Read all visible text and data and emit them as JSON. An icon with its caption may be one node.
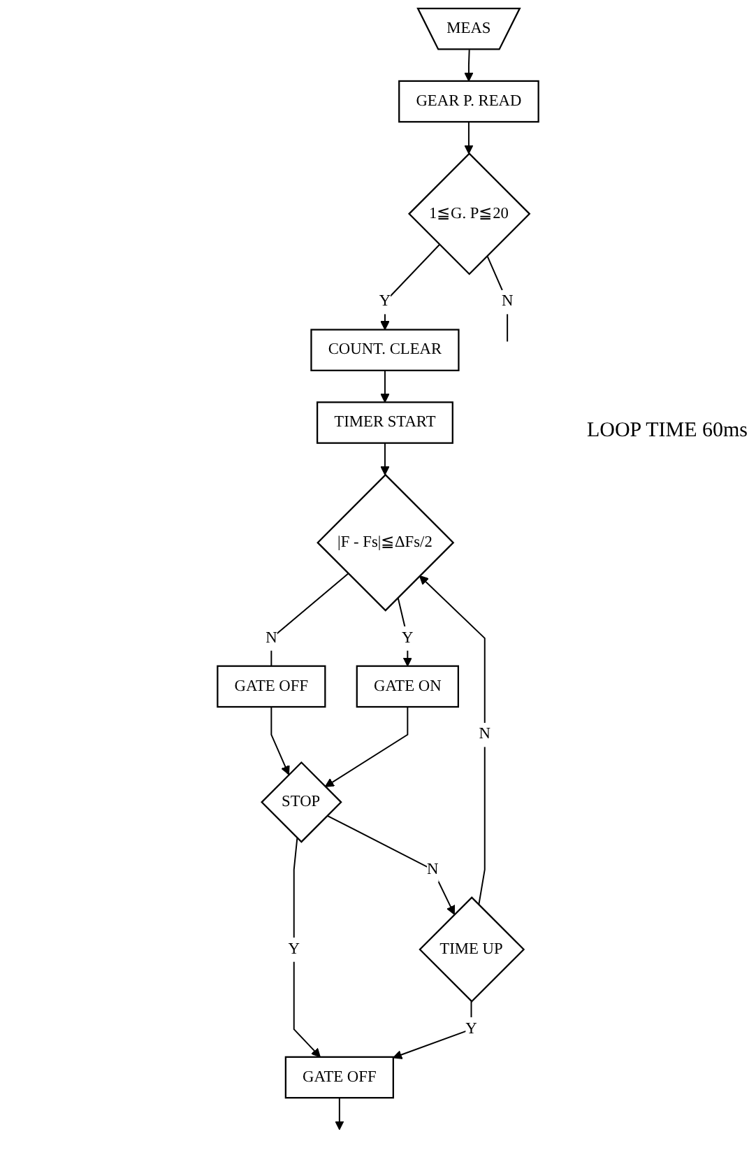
{
  "diagram": {
    "nodes": [
      {
        "text": [
          "MEAS"
        ]
      },
      {
        "text": [
          "GEAR P. READ"
        ]
      },
      {
        "text": [
          "1≦G. P≦20"
        ]
      },
      {
        "text": [
          "COUNT. CLEAR"
        ]
      },
      {
        "text": [
          "TIMER START"
        ]
      },
      {
        "text": [
          "|F - Fs|≦ΔFs/2"
        ]
      },
      {
        "text": [
          "GATE OFF"
        ]
      },
      {
        "text": [
          "GATE ON"
        ]
      },
      {
        "text": [
          "STOP"
        ]
      },
      {
        "text": [
          "TIME UP"
        ]
      },
      {
        "text": [
          "GATE OFF"
        ]
      }
    ],
    "edges": [
      {
        "from": 0,
        "to": 1,
        "arrow": "to"
      },
      {
        "from": 1,
        "to": 2,
        "arrow": "to"
      },
      {
        "from": 2,
        "to": null,
        "arrow": "none",
        "label": "N"
      },
      {
        "from": 2,
        "to": 3,
        "arrow": "to",
        "label": "Y"
      },
      {
        "from": 3,
        "to": 4,
        "arrow": "to"
      },
      {
        "from": 4,
        "to": 5,
        "arrow": "to"
      },
      {
        "from": 5,
        "to": 6,
        "arrow": "none",
        "label": "N"
      },
      {
        "from": 5,
        "to": 7,
        "arrow": "to",
        "label": "Y"
      },
      {
        "from": 6,
        "to": 8,
        "arrow": "to"
      },
      {
        "from": 7,
        "to": 8,
        "arrow": "to"
      },
      {
        "from": 8,
        "to": 10,
        "arrow": "to",
        "label": "Y"
      },
      {
        "from": 8,
        "to": 9,
        "arrow": "to",
        "label": "N"
      },
      {
        "from": 9,
        "to": 5,
        "arrow": "to",
        "label": "N"
      },
      {
        "from": 9,
        "to": 10,
        "arrow": "to",
        "label": "Y"
      },
      {
        "from": 10,
        "to": null,
        "arrow": "to"
      }
    ],
    "labels": [
      "LOOP TIME 60ms"
    ]
  }
}
